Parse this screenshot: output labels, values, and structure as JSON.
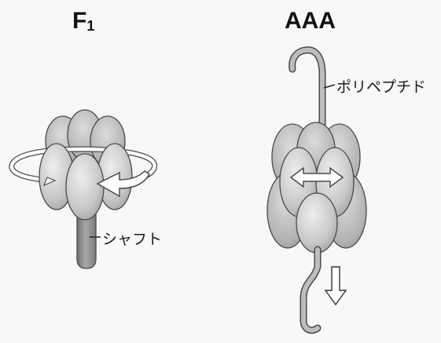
{
  "panels": [
    {
      "id": "f1",
      "title_main": "F",
      "title_sub": "1",
      "labels": {
        "shaft": "シャフト"
      }
    },
    {
      "id": "aaa",
      "title": "AAA",
      "labels": {
        "polypeptide": "ポリペプチド"
      }
    }
  ],
  "colors": {
    "subunit_fill": "#c9c9c9",
    "subunit_fill_light": "#e2e2e2",
    "outline": "#4a4a4a",
    "shaft_fill": "#8f8f8f",
    "chain_fill": "#bdbdbd",
    "arrow_fill": "#ffffff"
  }
}
